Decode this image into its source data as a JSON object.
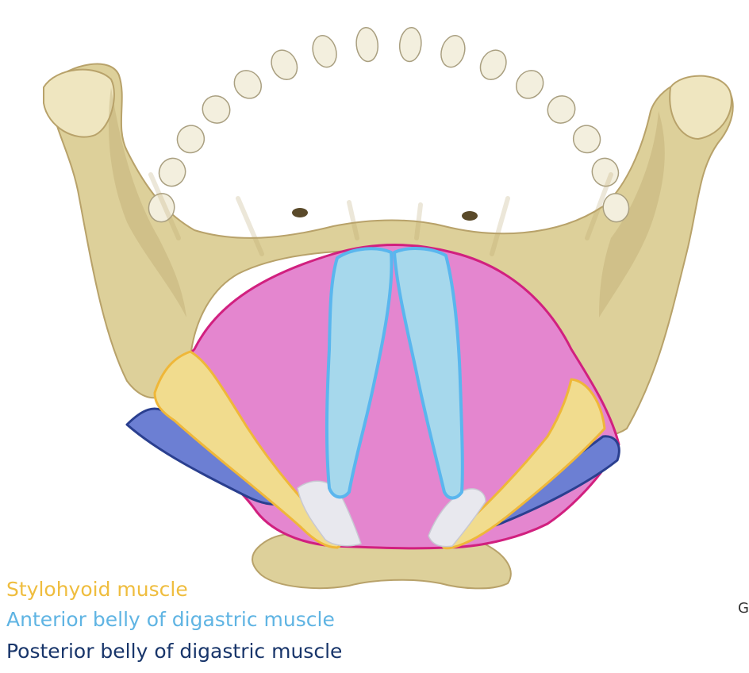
{
  "legend": {
    "stylohyoid": {
      "label": "Stylohyoid muscle",
      "color": "#efbd3e"
    },
    "anterior_digastric": {
      "label": "Anterior belly of digastric muscle",
      "color": "#5fb4e3"
    },
    "posterior_digastric": {
      "label": "Posterior belly of digastric muscle",
      "color": "#18356a"
    }
  },
  "edge_text": "G",
  "colors": {
    "bone": "#ddd09a",
    "bone_dark": "#b8a26a",
    "bone_light": "#efe6c0",
    "teeth": "#f3efde",
    "mylohyoid_fill": "#e486cf",
    "mylohyoid_outline": "#d1207f",
    "stylohyoid_fill": "#f1dc8e",
    "stylohyoid_outline": "#efb739",
    "anterior_fill": "#a6d8ec",
    "anterior_outline": "#5ab6ee",
    "posterior_fill": "#6c7fd3",
    "posterior_outline": "#2a3f8f",
    "tendon": "#e8e8ee"
  }
}
